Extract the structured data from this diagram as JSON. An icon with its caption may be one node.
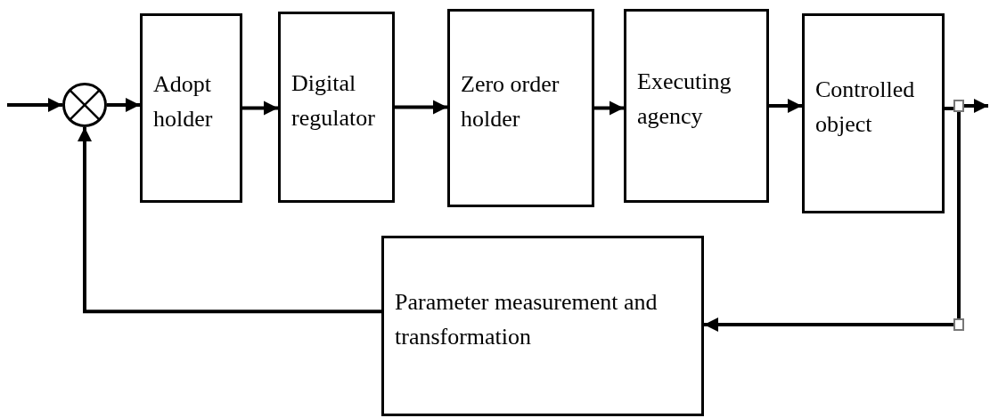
{
  "diagram": {
    "nodes": [
      {
        "text": [],
        "shape": "circle"
      },
      {
        "text": [
          "Adopt holder"
        ]
      },
      {
        "text": [
          "Digital regulator"
        ]
      },
      {
        "text": [
          "Zero order holder"
        ]
      },
      {
        "text": [
          "Executing agency"
        ]
      },
      {
        "text": [
          "Controlled object"
        ]
      },
      {
        "text": [
          "Parameter measurement and transformation"
        ]
      },
      {
        "text": [],
        "shape": "box"
      },
      {
        "text": [],
        "shape": "box"
      }
    ],
    "edges": [
      {
        "from": null,
        "to": 0,
        "arrow": "to"
      },
      {
        "from": 0,
        "to": 1,
        "arrow": "to"
      },
      {
        "from": 1,
        "to": 2,
        "arrow": "to"
      },
      {
        "from": 2,
        "to": 3,
        "arrow": "to"
      },
      {
        "from": 3,
        "to": 4,
        "arrow": "to"
      },
      {
        "from": 4,
        "to": 5,
        "arrow": "to"
      },
      {
        "from": 5,
        "to": 7,
        "arrow": "none"
      },
      {
        "from": 7,
        "to": null,
        "arrow": "to"
      },
      {
        "from": 7,
        "to": 8,
        "arrow": "none"
      },
      {
        "from": 8,
        "to": 6,
        "arrow": "to"
      },
      {
        "from": 6,
        "to": 0,
        "arrow": "to"
      }
    ]
  }
}
